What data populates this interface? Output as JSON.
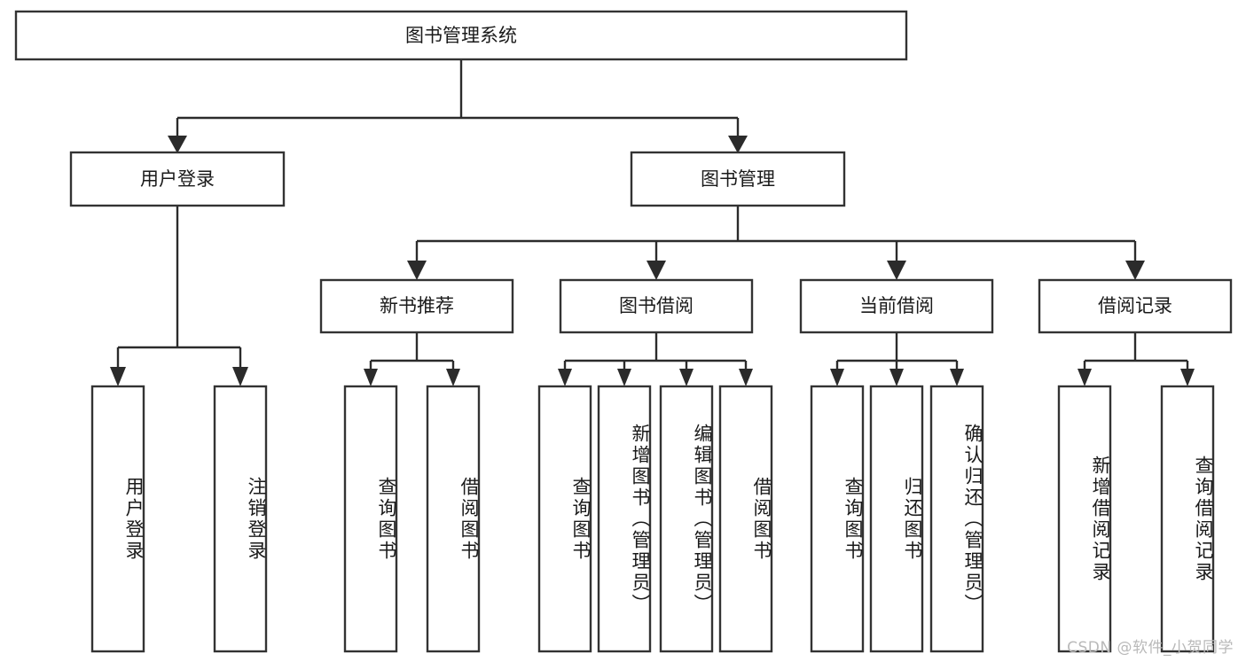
{
  "diagram": {
    "type": "tree",
    "title": "图书管理系统",
    "orientation": "top-down",
    "colors": {
      "box_stroke": "#333333",
      "box_fill": "#ffffff",
      "connector": "#2b2b2b",
      "text": "#1a1a1a",
      "watermark": "#b9b9b9",
      "background": "#ffffff"
    },
    "root": {
      "label": "图书管理系统"
    },
    "level2": [
      {
        "label": "用户登录"
      },
      {
        "label": "图书管理"
      }
    ],
    "level3": [
      {
        "label": "新书推荐"
      },
      {
        "label": "图书借阅"
      },
      {
        "label": "当前借阅"
      },
      {
        "label": "借阅记录"
      }
    ],
    "leaves": {
      "user_login": [
        {
          "label": "用户登录"
        },
        {
          "label": "注销登录"
        }
      ],
      "new_book_recommend": [
        {
          "label": "查询图书"
        },
        {
          "label": "借阅图书"
        }
      ],
      "book_borrow": [
        {
          "label": "查询图书"
        },
        {
          "label": "新增图书（管理员）"
        },
        {
          "label": "编辑图书（管理员）"
        },
        {
          "label": "借阅图书"
        }
      ],
      "current_borrow": [
        {
          "label": "查询图书"
        },
        {
          "label": "归还图书"
        },
        {
          "label": "确认归还（管理员）"
        }
      ],
      "borrow_record": [
        {
          "label": "新增借阅记录"
        },
        {
          "label": "查询借阅记录"
        }
      ]
    }
  },
  "watermark": {
    "text": "CSDN @软件_小贺同学"
  }
}
